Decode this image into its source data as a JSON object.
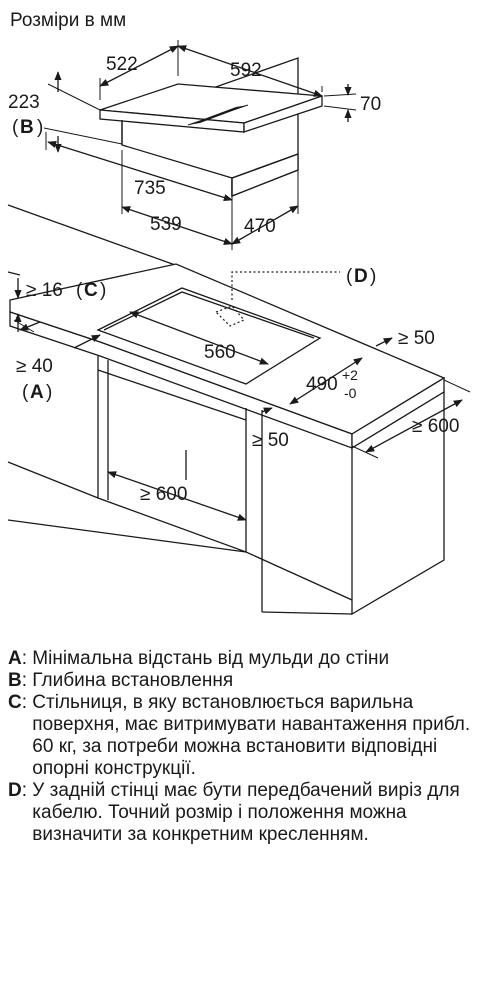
{
  "title": "Розміри в мм",
  "hob": {
    "width": "522",
    "length": "592",
    "height_total": "223",
    "label_b": "B",
    "thickness": "70",
    "depth_735": "735",
    "depth_539": "539",
    "width_470": "470"
  },
  "install": {
    "min_top": "≥ 16",
    "label_c": "C",
    "label_d": "D",
    "min_wall": "≥ 40",
    "label_a": "A",
    "cutout_560": "560",
    "cutout_490": "490",
    "tol_plus": "+2",
    "tol_minus": "-0",
    "min_back_50": "≥ 50",
    "min_front_50": "≥ 50",
    "min_depth_600": "≥ 600",
    "min_cabinet_600": "≥ 600"
  },
  "legend": [
    {
      "key": "A",
      "text": "Мінімальна відстань від мульди до стіни"
    },
    {
      "key": "B",
      "text": "Глибина встановлення"
    },
    {
      "key": "C",
      "text": "Стільниця, в яку встановлюється варильна поверхня, має витримувати навантаження прибл. 60 кг, за потреби можна встановити відповідні опорні конструкції."
    },
    {
      "key": "D",
      "text": "У задній стінці має бути передбачений виріз для кабелю. Точний розмір і положення можна визначити за конкретним кресленням."
    }
  ]
}
